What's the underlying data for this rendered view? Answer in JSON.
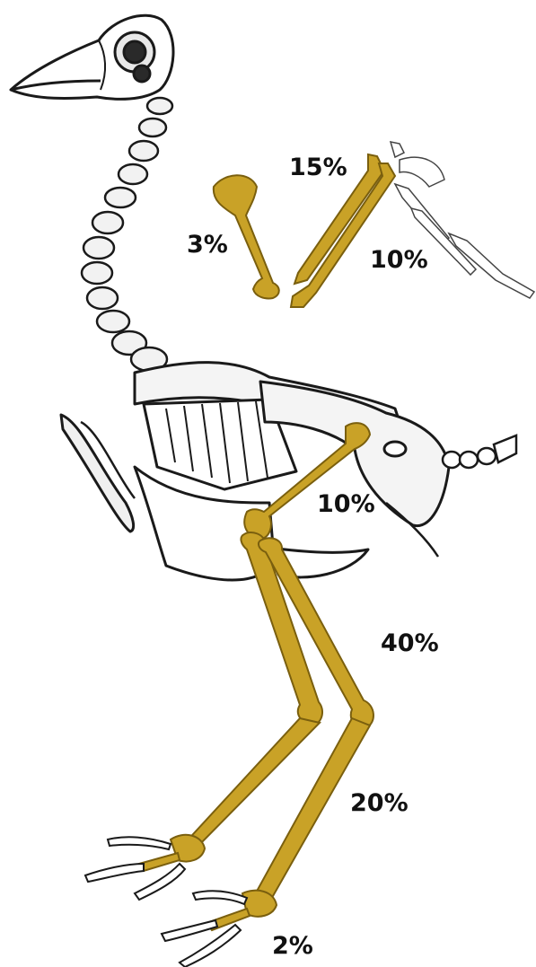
{
  "colors": {
    "highlight_bone": "#c9a227",
    "highlight_outline": "#7a5f0e",
    "outline": "#1a1a1a",
    "background": "#ffffff"
  },
  "labels": {
    "humerus": "3%",
    "ulna": "15%",
    "radius": "10%",
    "femur": "10%",
    "tibiotarsus": "40%",
    "tarsometatarsus": "20%",
    "foot": "2%"
  }
}
